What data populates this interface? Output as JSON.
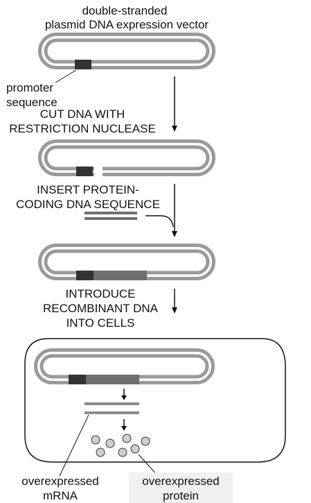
{
  "labels": {
    "title_line1": "double-stranded",
    "title_line2": "plasmid DNA expression vector",
    "promoter_line1": "promoter",
    "promoter_line2": "sequence",
    "step1_line1": "CUT DNA WITH",
    "step1_line2": "RESTRICTION NUCLEASE",
    "step2_line1": "INSERT PROTEIN-",
    "step2_line2": "CODING DNA SEQUENCE",
    "step3_line1": "INTRODUCE",
    "step3_line2": "RECOMBINANT DNA",
    "step3_line3": "INTO CELLS",
    "mrna_line1": "overexpressed",
    "mrna_line2": "mRNA",
    "protein_line1": "overexpressed",
    "protein_line2": "protein"
  },
  "colors": {
    "plasmid_strand": "#9a9a9a",
    "promoter": "#333333",
    "insert": "#6f6f6f",
    "mrna": "#8c8c8c",
    "protein_fill": "#cfcfcf",
    "protein_highlight": "#f0f0f0"
  }
}
